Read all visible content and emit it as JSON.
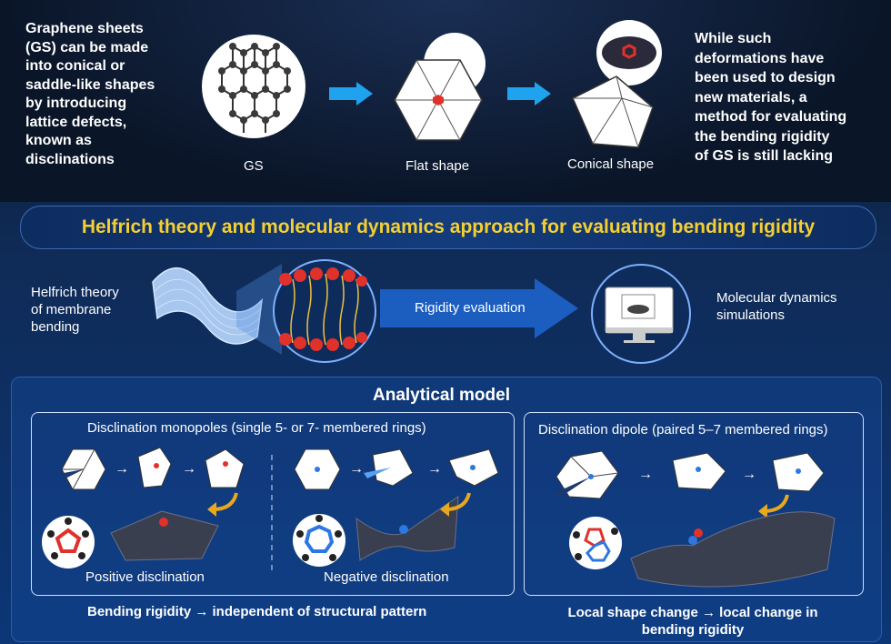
{
  "top": {
    "left_text": [
      "Graphene sheets",
      "(GS) can be made",
      "into conical or",
      "saddle-like shapes",
      "by introducing",
      "lattice defects,",
      "known as",
      "disclinations"
    ],
    "right_text": [
      "While such",
      "deformations have",
      "been used to design",
      "new materials, a",
      "method for evaluating",
      "the bending rigidity",
      "of GS is still lacking"
    ],
    "labels": {
      "gs": "GS",
      "flat": "Flat shape",
      "conical": "Conical shape"
    }
  },
  "banner": {
    "title": "Helfrich theory and molecular dynamics approach for evaluating bending rigidity"
  },
  "middle": {
    "helfrich": [
      "Helfrich theory",
      "of membrane",
      "bending"
    ],
    "arrow_label": "Rigidity evaluation",
    "md": [
      "Molecular dynamics",
      "simulations"
    ]
  },
  "analytical": {
    "title": "Analytical model",
    "monopoles_title": "Disclination monopoles (single 5- or 7- membered rings)",
    "positive": "Positive disclination",
    "negative": "Negative disclination",
    "dipole_title": "Disclination dipole (paired 5–7 membered rings)",
    "conclusion_left": "Bending rigidity → independent of structural pattern",
    "conclusion_right_1": "Local shape change → local change in",
    "conclusion_right_2": "bending rigidity"
  },
  "colors": {
    "accent_yellow": "#f5cf32",
    "arrow_blue": "#1fa3ef",
    "defect_red": "#e0312b",
    "defect_blue": "#2c78e0"
  }
}
